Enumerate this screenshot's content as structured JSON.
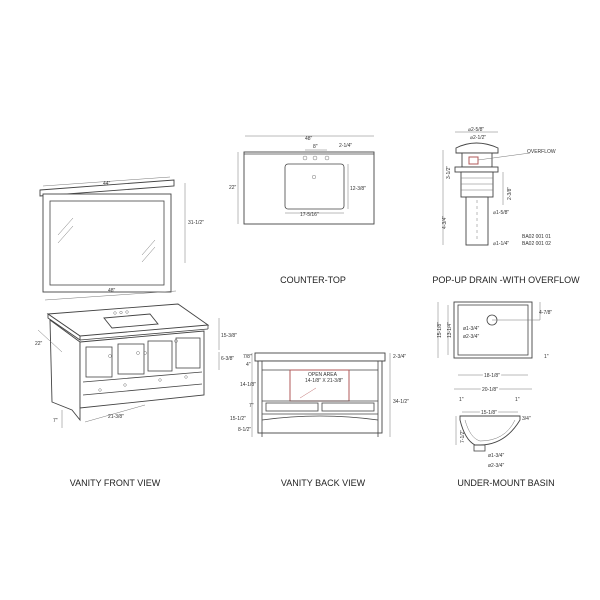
{
  "vanity_front": {
    "title": "VANITY FRONT VIEW",
    "mirror_width": "44\"",
    "mirror_height": "31-1/2\"",
    "top_width": "48\"",
    "depth": "22\"",
    "upper_height": "15-3/8\"",
    "lower_height": "6-3/8\"",
    "inner_width": "21-3/8\"",
    "leg_height": "7\""
  },
  "countertop": {
    "title": "COUNTER-TOP",
    "width": "48\"",
    "faucet_spread": "8\"",
    "faucet_offset": "2-1/4\"",
    "depth": "22\"",
    "basin_depth": "12-3/8\"",
    "basin_width": "17-5/16\""
  },
  "vanity_back": {
    "title": "VANITY BACK VIEW",
    "top_thickness": "7/8\"",
    "rail": "4\"",
    "open_height": "14-1/8\"",
    "drawer": "7\"",
    "lower_total": "15-1/2\"",
    "leg": "8-1/2\"",
    "backsplash": "2-3/4\"",
    "total_height": "34-1/2\"",
    "open_area_label": "OPEN AREA",
    "open_area_size": "14-1/8\" X 21-3/8\""
  },
  "drain": {
    "title": "POP-UP DRAIN -WITH OVERFLOW",
    "outer_dia": "⌀2-5/8\"",
    "inner_dia": "⌀2-1/2\"",
    "overflow": "OVERFLOW",
    "upper_height": "3-1/2\"",
    "thread_height": "2-3/8\"",
    "thread_dia": "⌀1-5/8\"",
    "lower_height": "4-3/4\"",
    "pipe_dia": "⌀1-1/4\"",
    "models": [
      "BA02 001 01",
      "BA02 001 02"
    ]
  },
  "basin": {
    "title": "UNDER-MOUNT BASIN",
    "outer_depth": "15-1/8\"",
    "inner_depth": "13-1/4\"",
    "drain_offset": "4-7/8\"",
    "drain_dia_small": "ø1-3/4\"",
    "drain_dia_large": "ø2-3/4\"",
    "rim": "1\"",
    "inner_width": "18-1/8\"",
    "outer_width": "20-1/8\"",
    "sec_rim_left": "1\"",
    "sec_rim_right": "1\"",
    "sec_width": "15-1/8\"",
    "sec_lip": "3/4\"",
    "sec_height": "7-1/2\"",
    "sec_drain_small": "ø1-3/4\"",
    "sec_drain_large": "ø2-3/4\""
  }
}
